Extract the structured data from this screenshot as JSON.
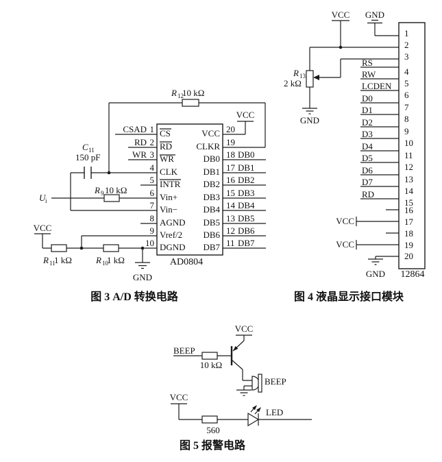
{
  "colors": {
    "ink": "#1a1a1a",
    "background": "#ffffff"
  },
  "fig3": {
    "caption": "图 3  A/D 转换电路",
    "chip": "AD0804",
    "int_left": [
      "CS",
      "RD",
      "WR",
      "CLK",
      "INTR",
      "Vin+",
      "Vin−",
      "AGND",
      "Vref/2",
      "DGND"
    ],
    "int_right": [
      "VCC",
      "CLKR",
      "DB0",
      "DB1",
      "DB2",
      "DB3",
      "DB4",
      "DB5",
      "DB6",
      "DB7"
    ],
    "num_left": [
      "1",
      "2",
      "3",
      "4",
      "5",
      "6",
      "7",
      "8",
      "9",
      "10"
    ],
    "num_right": [
      "20",
      "19",
      "18",
      "17",
      "16",
      "15",
      "14",
      "13",
      "12",
      "11"
    ],
    "sig_left": [
      "CSAD",
      "RD",
      "WR"
    ],
    "sig_right": [
      "DB0",
      "DB1",
      "DB2",
      "DB3",
      "DB4",
      "DB5",
      "DB6",
      "DB7"
    ],
    "labels": {
      "vcc_top": "VCC",
      "vcc_bottom": "VCC",
      "gnd": "GND",
      "r12_sym": "R",
      "r12_sub": "12",
      "r12_val": "10 kΩ",
      "c11_sym": "C",
      "c11_sub": "11",
      "c11_val": "150 pF",
      "r9_sym": "R",
      "r9_sub": "9",
      "r9_val": "10 kΩ",
      "r11_sym": "R",
      "r11_sub": "11",
      "r11_val": "1 kΩ",
      "r10_sym": "R",
      "r10_sub": "10",
      "r10_val": "1 kΩ",
      "u_sym": "U",
      "u_sub": "i"
    }
  },
  "fig4": {
    "caption": "图 4  液晶显示接口模块",
    "chip": "12864",
    "numbers": [
      "1",
      "2",
      "3",
      "4",
      "5",
      "6",
      "7",
      "8",
      "9",
      "10",
      "11",
      "12",
      "13",
      "14",
      "15",
      "16",
      "17",
      "18",
      "19",
      "20"
    ],
    "signals": [
      "RS",
      "RW",
      "LCDEN",
      "D0",
      "D1",
      "D2",
      "D3",
      "D4",
      "D5",
      "D6",
      "D7",
      "RD"
    ],
    "labels": {
      "vcc_top": "VCC",
      "gnd_top": "GND",
      "r13_sym": "R",
      "r13_sub": "13",
      "r13_val": "2 kΩ",
      "gnd_pot": "GND",
      "vcc_p17": "VCC",
      "vcc_p19": "VCC",
      "gnd_bottom": "GND"
    }
  },
  "fig5": {
    "caption": "图 5  报警电路",
    "labels": {
      "beep_in": "BEEP",
      "r_base_val": "10 kΩ",
      "vcc_top": "VCC",
      "buzzer": "BEEP",
      "vcc_led": "VCC",
      "r_led_val": "560",
      "led": "LED"
    }
  }
}
